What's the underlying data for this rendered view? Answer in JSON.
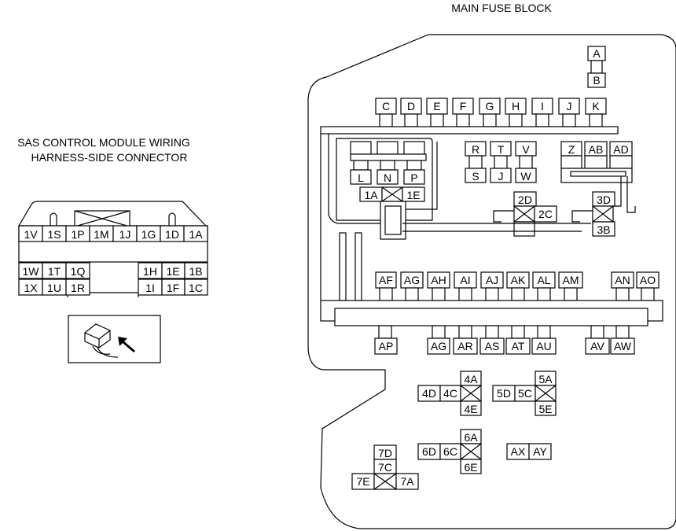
{
  "main_fuse_block": {
    "title": "MAIN FUSE BLOCK",
    "top_pair": [
      "A",
      "B"
    ],
    "top_row": [
      "C",
      "D",
      "E",
      "F",
      "G",
      "H",
      "I",
      "J",
      "K"
    ],
    "inner_left": {
      "top": [
        "L",
        "N",
        "P"
      ]
    },
    "rtv": {
      "top": [
        "R",
        "T",
        "V"
      ],
      "bottom": [
        "S",
        "J",
        "W"
      ]
    },
    "zab": [
      "Z",
      "AB",
      "AD"
    ],
    "relay_1": [
      "1A",
      "1E"
    ],
    "relay_2": [
      "2D",
      "2C"
    ],
    "relay_3": [
      "3D",
      "3B"
    ],
    "mid_row": [
      "AF",
      "AG",
      "AH",
      "AI",
      "AJ",
      "AK",
      "AL",
      "AM",
      "AN",
      "AO"
    ],
    "lower_row": [
      "AP",
      "AG",
      "AR",
      "AS",
      "AT",
      "AU",
      "AV",
      "AW"
    ],
    "relay_4": [
      "4A",
      "4D",
      "4C",
      "4E"
    ],
    "relay_5": [
      "5A",
      "5D",
      "5C",
      "5E"
    ],
    "relay_6": [
      "6A",
      "6D",
      "6C",
      "6E"
    ],
    "relay_7": [
      "7D",
      "7C",
      "7E",
      "7A"
    ],
    "ax_ay": [
      "AX",
      "AY"
    ]
  },
  "sas_connector": {
    "title_line1": "SAS CONTROL MODULE WIRING",
    "title_line2": "HARNESS-SIDE CONNECTOR",
    "row1": [
      "1V",
      "1S",
      "1P",
      "1M",
      "1J",
      "1G",
      "1D",
      "1A"
    ],
    "row2_left": [
      "1W",
      "1T",
      "1Q"
    ],
    "row2_right": [
      "1H",
      "1E",
      "1B"
    ],
    "row3_left": [
      "1X",
      "1U",
      "1R"
    ],
    "row3_right": [
      "1I",
      "1F",
      "1C"
    ]
  }
}
